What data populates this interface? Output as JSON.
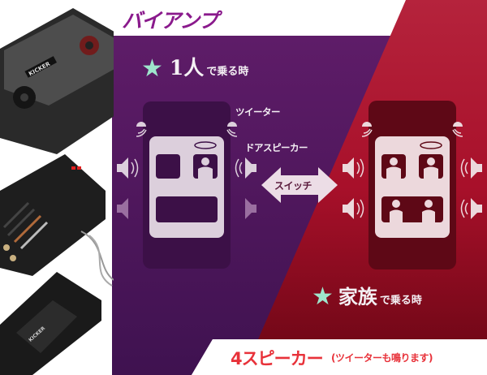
{
  "header": {
    "title": "バイアンプ"
  },
  "colors": {
    "purple_panel": "#5a1a66",
    "purple_dark": "#3d1346",
    "red_panel": "#b0213a",
    "red_dark": "#6a0a1a",
    "title_purple": "#8a1a8c",
    "star_mint": "#9ee5cc",
    "footer_red": "#e8323a",
    "icon_light": "#e3d6e4"
  },
  "left_mode": {
    "star_icon": "star-icon",
    "heading_big": "1人",
    "heading_small": "で乗る時",
    "labels": {
      "tweeter": "ツイーター",
      "door_speaker": "ドアスピーカー"
    }
  },
  "switch": {
    "label": "スイッチ",
    "icon": "double-arrow-icon"
  },
  "right_mode": {
    "star_icon": "star-icon",
    "heading_big": "家族",
    "heading_small": "で乗る時"
  },
  "footer": {
    "main": "4スピーカー",
    "sub": "(ツイーターも鳴ります)"
  },
  "product_photo": {
    "brand_text": "KICKER",
    "alt": "KICKER crossover network product photo"
  }
}
